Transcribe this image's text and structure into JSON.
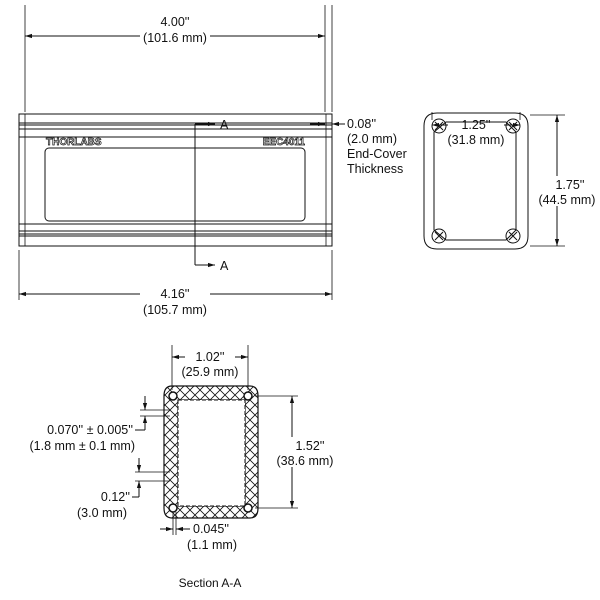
{
  "front_view": {
    "length_in": "4.00''",
    "length_mm": "(101.6 mm)",
    "overall_in": "4.16''",
    "overall_mm": "(105.7 mm)",
    "endcover_in": "0.08''",
    "endcover_mm": "(2.0 mm)",
    "endcover_label1": "End-Cover",
    "endcover_label2": "Thickness",
    "section_marker": "A",
    "brand": "THORLABS",
    "model": "EEC4011"
  },
  "side_view": {
    "width_in": "1.25''",
    "width_mm": "(31.8 mm)",
    "height_in": "1.75''",
    "height_mm": "(44.5 mm)"
  },
  "section": {
    "title": "Section A-A",
    "width_in": "1.02''",
    "width_mm": "(25.9 mm)",
    "height_in": "1.52''",
    "height_mm": "(38.6 mm)",
    "wall_in": "0.070'' ± 0.005''",
    "wall_mm": "(1.8 mm ± 0.1 mm)",
    "groove_in": "0.12''",
    "groove_mm": "(3.0 mm)",
    "rib_in": "0.045''",
    "rib_mm": "(1.1 mm)"
  }
}
